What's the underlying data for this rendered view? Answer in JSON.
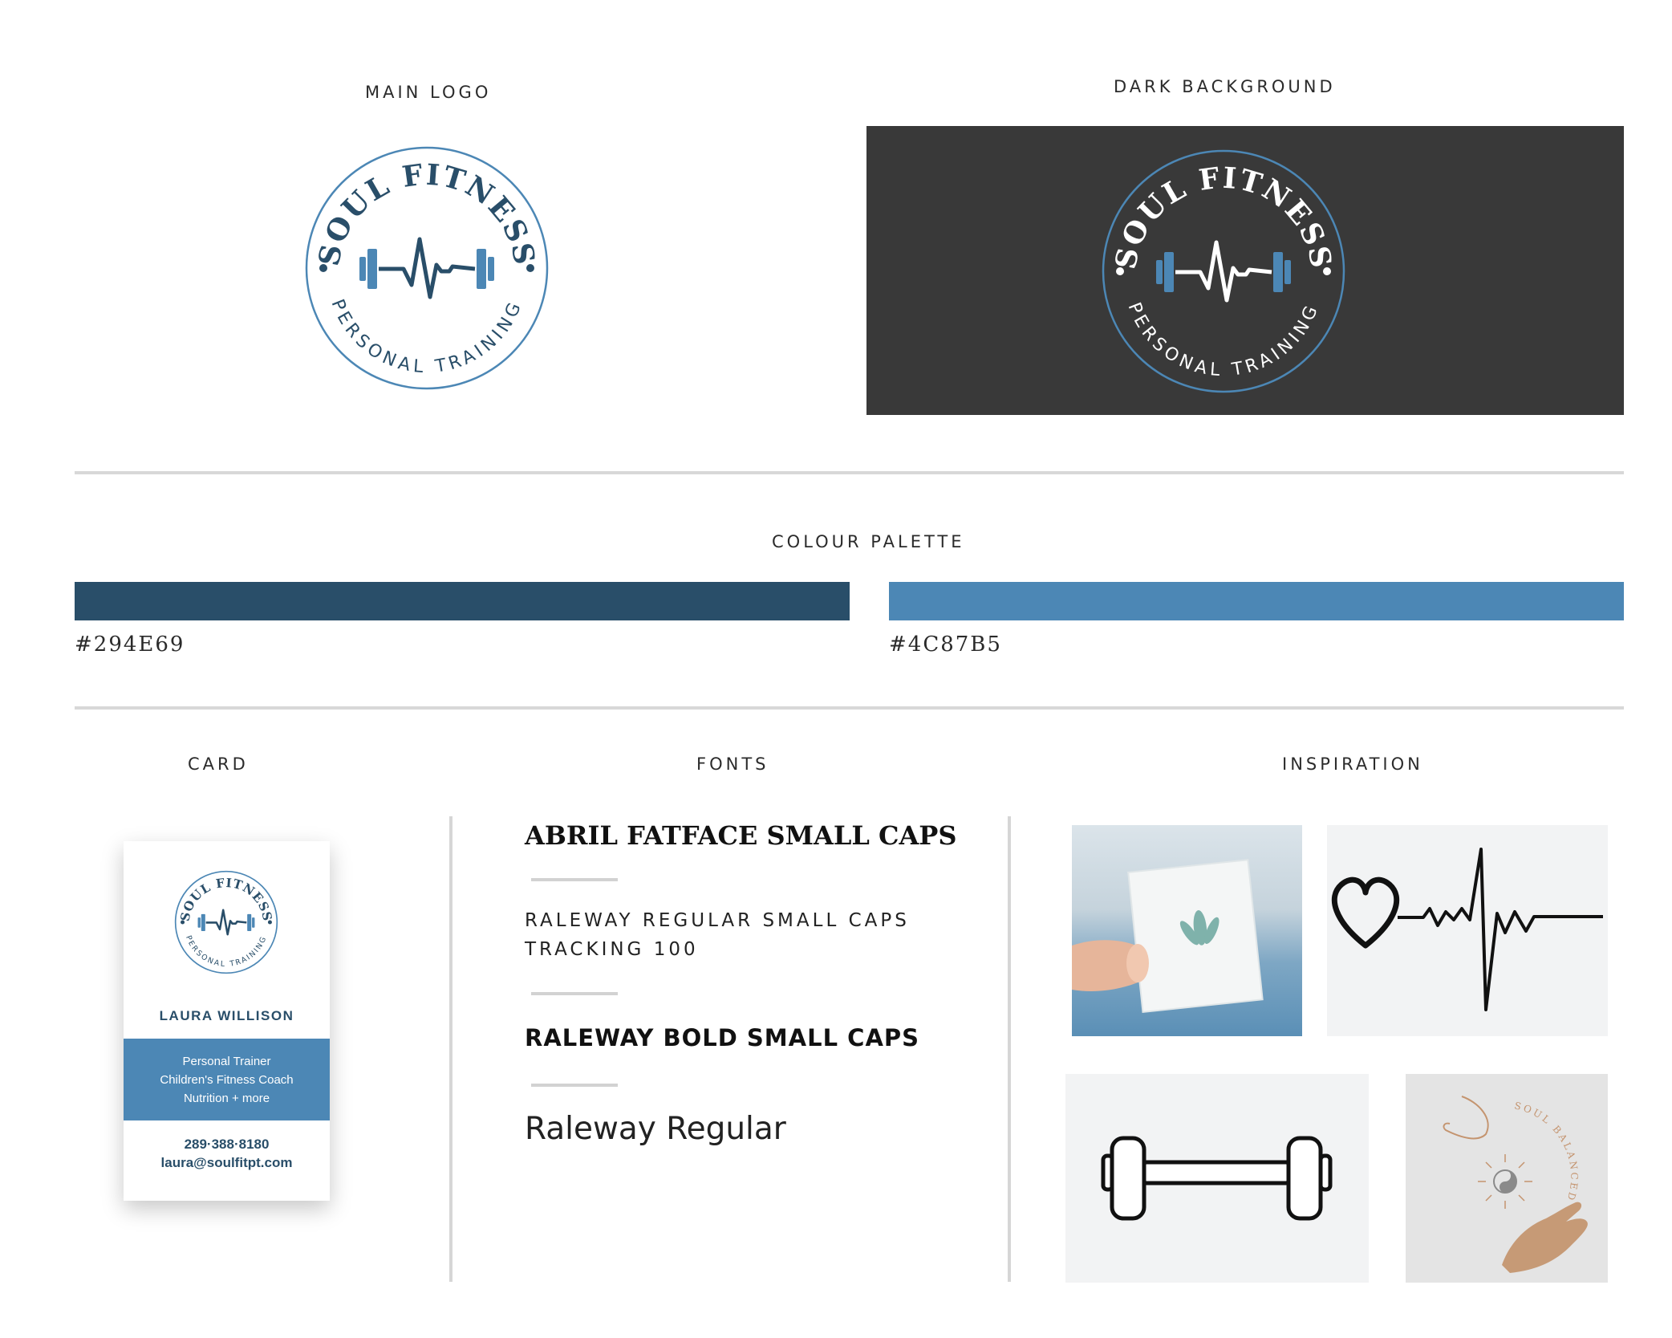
{
  "labels": {
    "main_logo": "MAIN LOGO",
    "dark_background": "DARK BACKGROUND",
    "colour_palette": "COLOUR PALETTE",
    "card": "CARD",
    "fonts": "FONTS",
    "inspiration": "INSPIRATION"
  },
  "logo": {
    "top_text": "SOUL FITNESS",
    "bottom_text": "PERSONAL TRAINING"
  },
  "palette": [
    {
      "hex": "#294E69",
      "label": "#294E69"
    },
    {
      "hex": "#4C87B5",
      "label": "#4C87B5"
    }
  ],
  "colors": {
    "dark_panel": "#393939",
    "navy": "#294e69",
    "blue": "#4c87b5"
  },
  "card": {
    "name": "LAURA WILLISON",
    "services": [
      "Personal Trainer",
      "Children's Fitness Coach",
      "Nutrition + more"
    ],
    "phone": "289·388·8180",
    "email": "laura@soulfitpt.com"
  },
  "fonts": {
    "sample1": "ABRIL FATFACE SMALL CAPS",
    "sample2_line1": "RALEWAY REGULAR SMALL CAPS",
    "sample2_line2": "TRACKING 100",
    "sample3": "RALEWAY BOLD SMALL CAPS",
    "sample4": "Raleway Regular"
  },
  "inspiration": {
    "soul_balanced": "SOUL BALANCED"
  }
}
